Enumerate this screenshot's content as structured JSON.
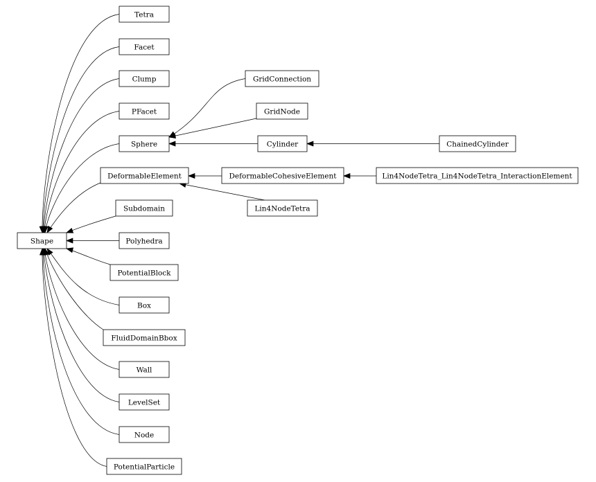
{
  "diagram": {
    "nodes": [
      {
        "id": "shape",
        "label": "Shape"
      },
      {
        "id": "tetra",
        "label": "Tetra"
      },
      {
        "id": "facet",
        "label": "Facet"
      },
      {
        "id": "clump",
        "label": "Clump"
      },
      {
        "id": "pfacet",
        "label": "PFacet"
      },
      {
        "id": "sphere",
        "label": "Sphere"
      },
      {
        "id": "deformable_element",
        "label": "DeformableElement"
      },
      {
        "id": "subdomain",
        "label": "Subdomain"
      },
      {
        "id": "polyhedra",
        "label": "Polyhedra"
      },
      {
        "id": "potential_block",
        "label": "PotentialBlock"
      },
      {
        "id": "box",
        "label": "Box"
      },
      {
        "id": "fluid_domain_bbox",
        "label": "FluidDomainBbox"
      },
      {
        "id": "wall",
        "label": "Wall"
      },
      {
        "id": "level_set",
        "label": "LevelSet"
      },
      {
        "id": "node",
        "label": "Node"
      },
      {
        "id": "potential_particle",
        "label": "PotentialParticle"
      },
      {
        "id": "grid_connection",
        "label": "GridConnection"
      },
      {
        "id": "grid_node",
        "label": "GridNode"
      },
      {
        "id": "cylinder",
        "label": "Cylinder"
      },
      {
        "id": "chained_cylinder",
        "label": "ChainedCylinder"
      },
      {
        "id": "deformable_cohesive_element",
        "label": "DeformableCohesiveElement"
      },
      {
        "id": "lin4node_tetra_interaction",
        "label": "Lin4NodeTetra_Lin4NodeTetra_InteractionElement"
      },
      {
        "id": "lin4node_tetra",
        "label": "Lin4NodeTetra"
      }
    ],
    "edges": [
      {
        "from": "tetra",
        "to": "shape"
      },
      {
        "from": "facet",
        "to": "shape"
      },
      {
        "from": "clump",
        "to": "shape"
      },
      {
        "from": "pfacet",
        "to": "shape"
      },
      {
        "from": "sphere",
        "to": "shape"
      },
      {
        "from": "deformable_element",
        "to": "shape"
      },
      {
        "from": "subdomain",
        "to": "shape"
      },
      {
        "from": "polyhedra",
        "to": "shape"
      },
      {
        "from": "potential_block",
        "to": "shape"
      },
      {
        "from": "box",
        "to": "shape"
      },
      {
        "from": "fluid_domain_bbox",
        "to": "shape"
      },
      {
        "from": "wall",
        "to": "shape"
      },
      {
        "from": "level_set",
        "to": "shape"
      },
      {
        "from": "node",
        "to": "shape"
      },
      {
        "from": "potential_particle",
        "to": "shape"
      },
      {
        "from": "grid_connection",
        "to": "sphere"
      },
      {
        "from": "grid_node",
        "to": "sphere"
      },
      {
        "from": "cylinder",
        "to": "sphere"
      },
      {
        "from": "chained_cylinder",
        "to": "cylinder"
      },
      {
        "from": "deformable_cohesive_element",
        "to": "deformable_element"
      },
      {
        "from": "lin4node_tetra_interaction",
        "to": "deformable_cohesive_element"
      },
      {
        "from": "lin4node_tetra",
        "to": "deformable_element"
      }
    ]
  }
}
